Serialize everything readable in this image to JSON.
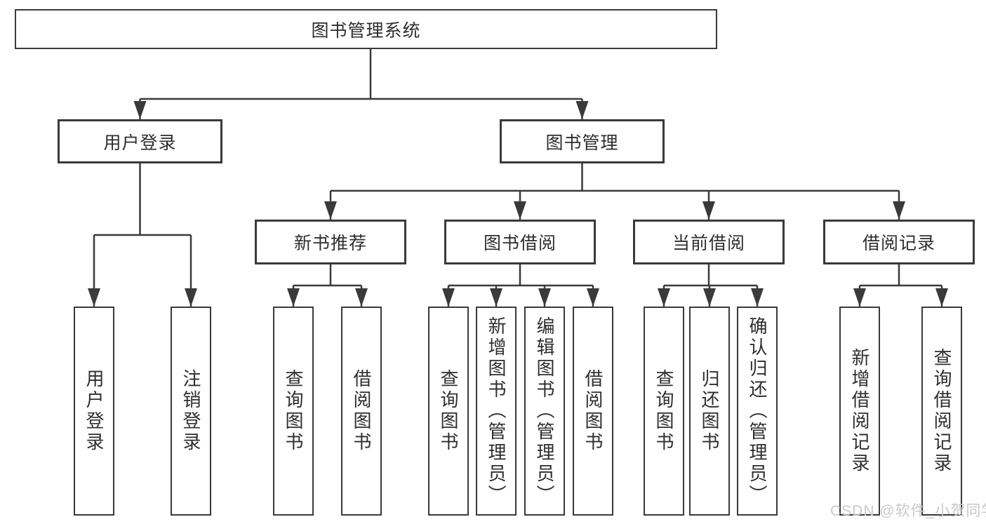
{
  "diagram": {
    "type": "tree",
    "tree": {
      "root": {
        "label": "图书管理系统",
        "children": [
          {
            "label": "用户登录",
            "children": [
              {
                "label": "用户登录"
              },
              {
                "label": "注销登录"
              }
            ]
          },
          {
            "label": "图书管理",
            "children": [
              {
                "label": "新书推荐",
                "children": [
                  {
                    "label": "查询图书"
                  },
                  {
                    "label": "借阅图书"
                  }
                ]
              },
              {
                "label": "图书借阅",
                "children": [
                  {
                    "label": "查询图书"
                  },
                  {
                    "label": "新增图书（管理员）"
                  },
                  {
                    "label": "编辑图书（管理员）"
                  },
                  {
                    "label": "借阅图书"
                  }
                ]
              },
              {
                "label": "当前借阅",
                "children": [
                  {
                    "label": "查询图书"
                  },
                  {
                    "label": "归还图书"
                  },
                  {
                    "label": "确认归还（管理员）"
                  }
                ]
              },
              {
                "label": "借阅记录",
                "children": [
                  {
                    "label": "新增借阅记录"
                  },
                  {
                    "label": "查询借阅记录"
                  }
                ]
              }
            ]
          }
        ]
      }
    },
    "colors": {
      "line": "#3a3a3a",
      "box_border": "#3a3a3a",
      "box_fill": "#ffffff",
      "text": "#2e2e2e",
      "background": "#ffffff",
      "watermark": "#c9c9c9"
    }
  },
  "watermark": {
    "text": "CSDN @软件_小贺同学"
  }
}
